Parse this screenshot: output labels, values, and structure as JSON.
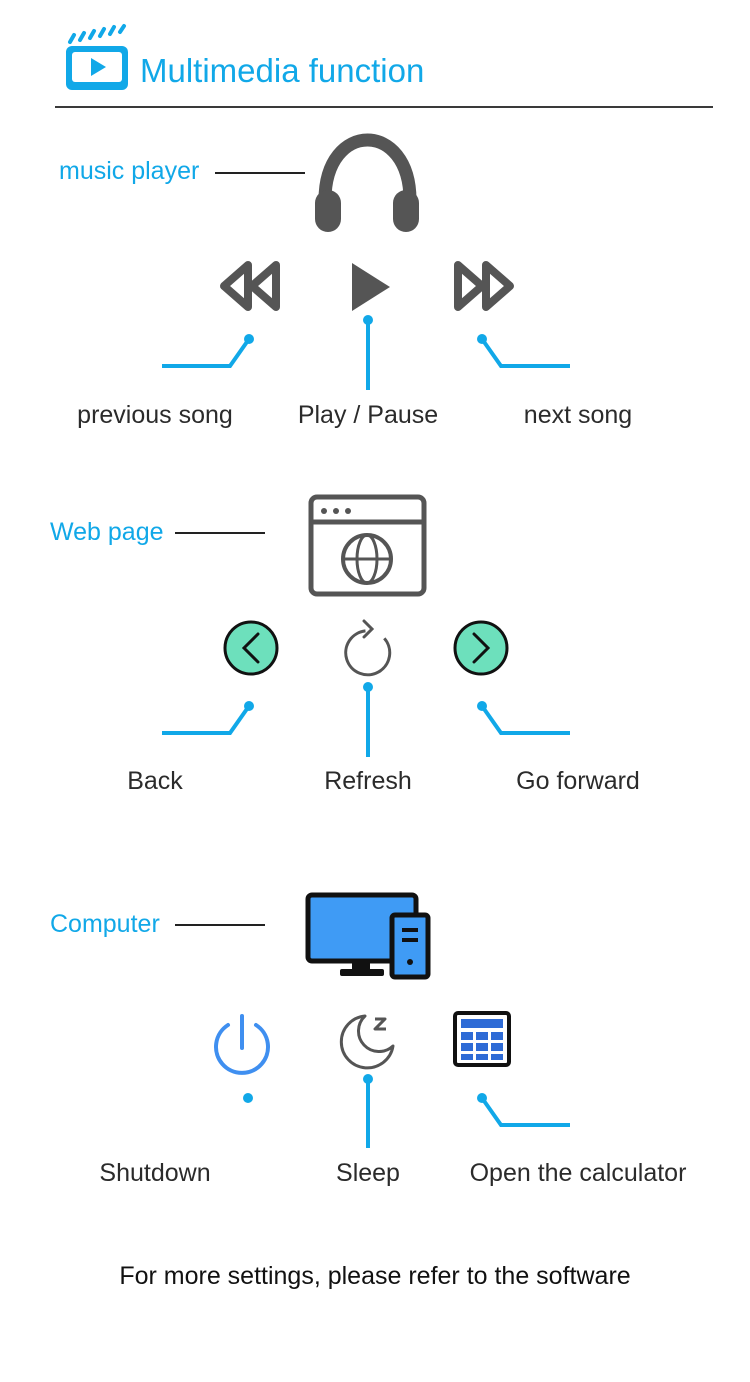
{
  "header": {
    "title": "Multimedia function",
    "icon": "video-clapper-icon"
  },
  "sections": {
    "music": {
      "label": "music player",
      "icon": "headphones-icon",
      "controls": [
        {
          "icon": "rewind-icon",
          "label": "previous song"
        },
        {
          "icon": "play-icon",
          "label": "Play / Pause"
        },
        {
          "icon": "fast-forward-icon",
          "label": "next song"
        }
      ]
    },
    "web": {
      "label": "Web page",
      "icon": "browser-globe-icon",
      "controls": [
        {
          "icon": "back-icon",
          "label": "Back"
        },
        {
          "icon": "refresh-icon",
          "label": "Refresh"
        },
        {
          "icon": "forward-icon",
          "label": "Go forward"
        }
      ]
    },
    "computer": {
      "label": "Computer",
      "icon": "computer-icon",
      "controls": [
        {
          "icon": "power-icon",
          "label": "Shutdown"
        },
        {
          "icon": "sleep-moon-icon",
          "label": "Sleep"
        },
        {
          "icon": "calculator-icon",
          "label": "Open the calculator"
        }
      ]
    }
  },
  "footer": {
    "text": "For more settings, please refer to the software"
  },
  "colors": {
    "accent": "#11a8e8",
    "icon_dark": "#555555",
    "green": "#6de0bc",
    "power_blue": "#3f8ff0",
    "computer_blue": "#3f9bf5"
  }
}
